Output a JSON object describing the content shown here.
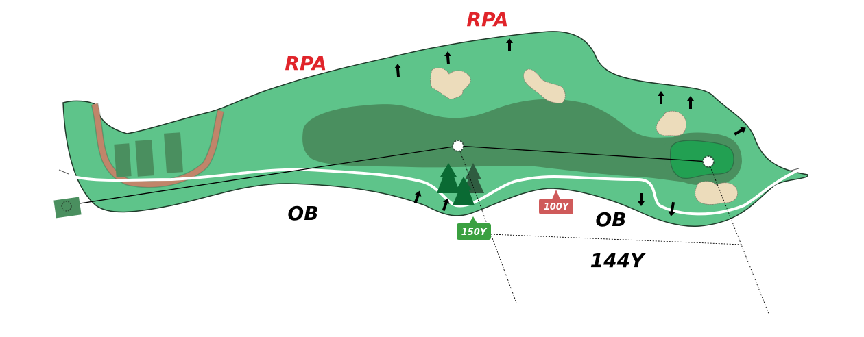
{
  "hole_map": {
    "labels": {
      "rpa_left": "RPA",
      "rpa_top": "RPA",
      "ob_left": "OB",
      "ob_right": "OB",
      "distance": "144Y"
    },
    "markers": {
      "yard_150": "150Y",
      "yard_100": "100Y"
    },
    "colors": {
      "rough": "#5ec48a",
      "fairway": "#4a8f5f",
      "green": "#22a052",
      "collar": "#4a8f5f",
      "bunker": "#ecdcbb",
      "cart_path_edge": "#c0856a",
      "rpa_text": "#e0242a",
      "marker_150": "#3aa040",
      "marker_100": "#cf5a5a",
      "tree_light": "#0a6a33",
      "tree_dark": "#2f5c40"
    },
    "icons": {
      "tee": "tee-box-icon",
      "target": "target-point-icon",
      "pin": "pin-icon",
      "ob_arrow": "arrow-icon"
    }
  }
}
